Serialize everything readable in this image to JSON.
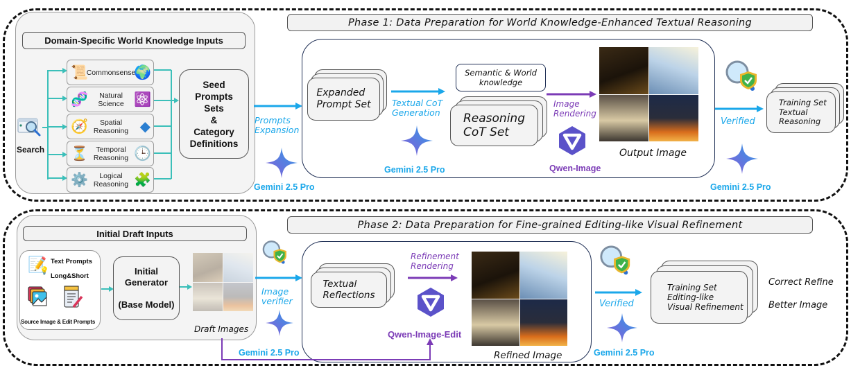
{
  "phase1": {
    "title": "Phase 1: Data Preparation for World Knowledge-Enhanced Textual Reasoning",
    "inputs_panel": {
      "title": "Domain-Specific World Knowledge Inputs",
      "search_label": "Search",
      "categories": [
        {
          "label": "Commonsense",
          "left_icon": "scroll-icon",
          "right_icon": "globe-icon"
        },
        {
          "label": "Natural\nScience",
          "left_icon": "dna-icon",
          "right_icon": "atom-icon"
        },
        {
          "label": "Spatial\nReasoning",
          "left_icon": "compass-icon",
          "right_icon": "cube-axes-icon"
        },
        {
          "label": "Temporal\nReasoning",
          "left_icon": "hourglass-icon",
          "right_icon": "clock-arrow-icon"
        },
        {
          "label": "Logical\nReasoning",
          "left_icon": "gears-icon",
          "right_icon": "puzzle-icon"
        }
      ],
      "seed_box": "Seed\nPrompts\nSets\n&\nCategory\nDefinitions"
    },
    "prompts_expansion": "Prompts\nExpansion",
    "gemini_1": "Gemini 2.5 Pro",
    "expanded_prompt_set": "Expanded\nPrompt Set",
    "textual_cot_generation": "Textual CoT\nGeneration",
    "gemini_2": "Gemini 2.5 Pro",
    "semantic_world_knowledge": "Semantic & World\nknowledge",
    "reasoning_cot_set": "Reasoning\nCoT Set",
    "image_rendering": "Image\nRendering",
    "qwen_image": "Qwen-Image",
    "output_image_label": "Output Image",
    "verified": "Verified",
    "gemini_3": "Gemini 2.5 Pro",
    "training_set": "Training Set\nTextual\nReasoning"
  },
  "phase2": {
    "title": "Phase 2: Data Preparation for Fine-grained Editing-like Visual Refinement",
    "inputs_panel": {
      "title": "Initial Draft Inputs",
      "text_prompts": "Text Prompts",
      "long_short": "Long&Short",
      "source_edit": "Source Image & Edit Prompts",
      "generator": "Initial\nGenerator\n\n(Base Model)",
      "draft_images_label": "Draft Images"
    },
    "image_verifier": "Image\nverifier",
    "gemini_1": "Gemini 2.5 Pro",
    "textual_reflections": "Textual\nReflections",
    "refinement_rendering": "Refinement\nRendering",
    "qwen_image_edit": "Qwen-Image-Edit",
    "refined_image_label": "Refined Image",
    "verified": "Verified",
    "gemini_2": "Gemini 2.5 Pro",
    "training_set": "Training Set\nEditing-like\nVisual Refinement",
    "outcomes": [
      "Correct Refine",
      "Better Image"
    ]
  },
  "colors": {
    "cyan_arrow": "#1aa7ea",
    "teal_connector": "#3bbfb9",
    "purple": "#7b3bb6",
    "blue_box_border": "#1f2f55"
  }
}
